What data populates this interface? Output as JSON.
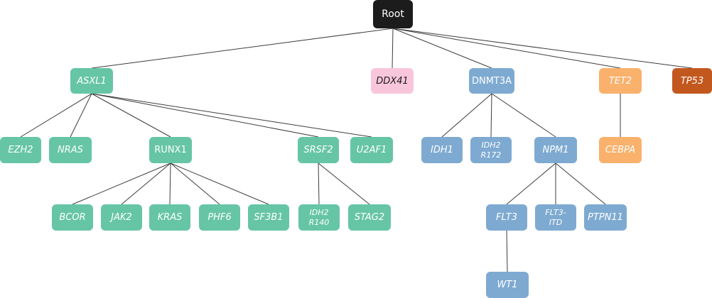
{
  "colors": {
    "root": "#1c1c1c",
    "asxl1_group": "#66c5a5",
    "ddx41": "#f8c6da",
    "dnmt3a_group": "#7eaad1",
    "tet2_group": "#f9b16c",
    "tp53": "#c3581e"
  },
  "nodes": {
    "root": "Root",
    "asxl1": "ASXL1",
    "ddx41": "DDX41",
    "dnmt3a": "DNMT3A",
    "tet2": "TET2",
    "tp53": "TP53",
    "ezh2": "EZH2",
    "nras": "NRAS",
    "runx1": "RUNX1",
    "srsf2": "SRSF2",
    "u2af1": "U2AF1",
    "idh1": "IDH1",
    "idh2_r172": "IDH2\nR172",
    "npm1": "NPM1",
    "cebpa": "CEBPA",
    "bcor": "BCOR",
    "jak2": "JAK2",
    "kras": "KRAS",
    "phf6": "PHF6",
    "sf3b1": "SF3B1",
    "idh2_r140": "IDH2\nR140",
    "stag2": "STAG2",
    "flt3": "FLT3",
    "flt3_itd": "FLT3-\nITD",
    "ptpn11": "PTPN11",
    "wt1": "WT1"
  },
  "edges": [
    [
      "root",
      "asxl1"
    ],
    [
      "root",
      "ddx41"
    ],
    [
      "root",
      "dnmt3a"
    ],
    [
      "root",
      "tet2"
    ],
    [
      "root",
      "tp53"
    ],
    [
      "asxl1",
      "ezh2"
    ],
    [
      "asxl1",
      "nras"
    ],
    [
      "asxl1",
      "runx1"
    ],
    [
      "asxl1",
      "srsf2"
    ],
    [
      "asxl1",
      "u2af1"
    ],
    [
      "runx1",
      "bcor"
    ],
    [
      "runx1",
      "jak2"
    ],
    [
      "runx1",
      "kras"
    ],
    [
      "runx1",
      "phf6"
    ],
    [
      "runx1",
      "sf3b1"
    ],
    [
      "srsf2",
      "idh2_r140"
    ],
    [
      "srsf2",
      "stag2"
    ],
    [
      "dnmt3a",
      "idh1"
    ],
    [
      "dnmt3a",
      "idh2_r172"
    ],
    [
      "dnmt3a",
      "npm1"
    ],
    [
      "npm1",
      "flt3"
    ],
    [
      "npm1",
      "flt3_itd"
    ],
    [
      "npm1",
      "ptpn11"
    ],
    [
      "flt3",
      "wt1"
    ],
    [
      "tet2",
      "cebpa"
    ]
  ]
}
